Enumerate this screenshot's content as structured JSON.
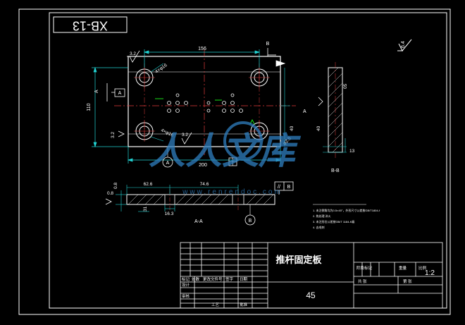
{
  "drawing": {
    "code": "XB-13",
    "part_name": "推杆固定板",
    "material": "45",
    "scale": "1:2",
    "colors": {
      "background": "#000000",
      "frame": "#ffffff",
      "outline": "#ffffff",
      "dimension": "#22d3d3",
      "centerline": "#e23c3c",
      "hatch": "#e8e8e8",
      "accent_green": "#18e018",
      "watermark": "#2f7fc0"
    }
  },
  "dims": {
    "top_width": "156",
    "overall_width": "200",
    "height": "110",
    "ra_top": "3.2",
    "ra_left": "3.2",
    "ra_mid": "3.2",
    "hole_spec_1": "4×φ16",
    "hole_spec_2": "4×φ16",
    "dia_right": "φ2.5",
    "len_right": "40",
    "section_t1": "0.8",
    "section_t2": "0.8",
    "section_a": "62.6",
    "section_b": "74.6",
    "section_c": "16.3",
    "section_d": "31",
    "thickness": "13",
    "right_tag": "05"
  },
  "labels": {
    "datum_a": "A",
    "datum_b": "B",
    "section_aa": "A-A",
    "section_bb": "B-B",
    "arrow_a_left": "A",
    "arrow_a_right": "A",
    "arrow_b_top": "B",
    "tol_symbol": "//",
    "tol_datum": "B",
    "roughness_corner": "6.4"
  },
  "notes": [
    "1. 未注倒角均为0.5×45°，外形尺寸公差按GB/T1804-f",
    "2. 热处理 淬火",
    "3. 未注形位公差按GB/T 1184-K级",
    "4. 去毛刺"
  ],
  "title_block": {
    "row_labels": [
      "标记",
      "处数",
      "更改文件号",
      "签字",
      "日期"
    ],
    "design": "设计",
    "review": "审核",
    "process": "工艺",
    "approve": "批准",
    "stage_mark": "阶段标记",
    "weight": "重量",
    "scale_label": "比例",
    "sheets_total": "共 张",
    "sheet_no": "第 张"
  },
  "watermark": {
    "brand": "人人文库",
    "url": "www.renrendoc.com"
  }
}
